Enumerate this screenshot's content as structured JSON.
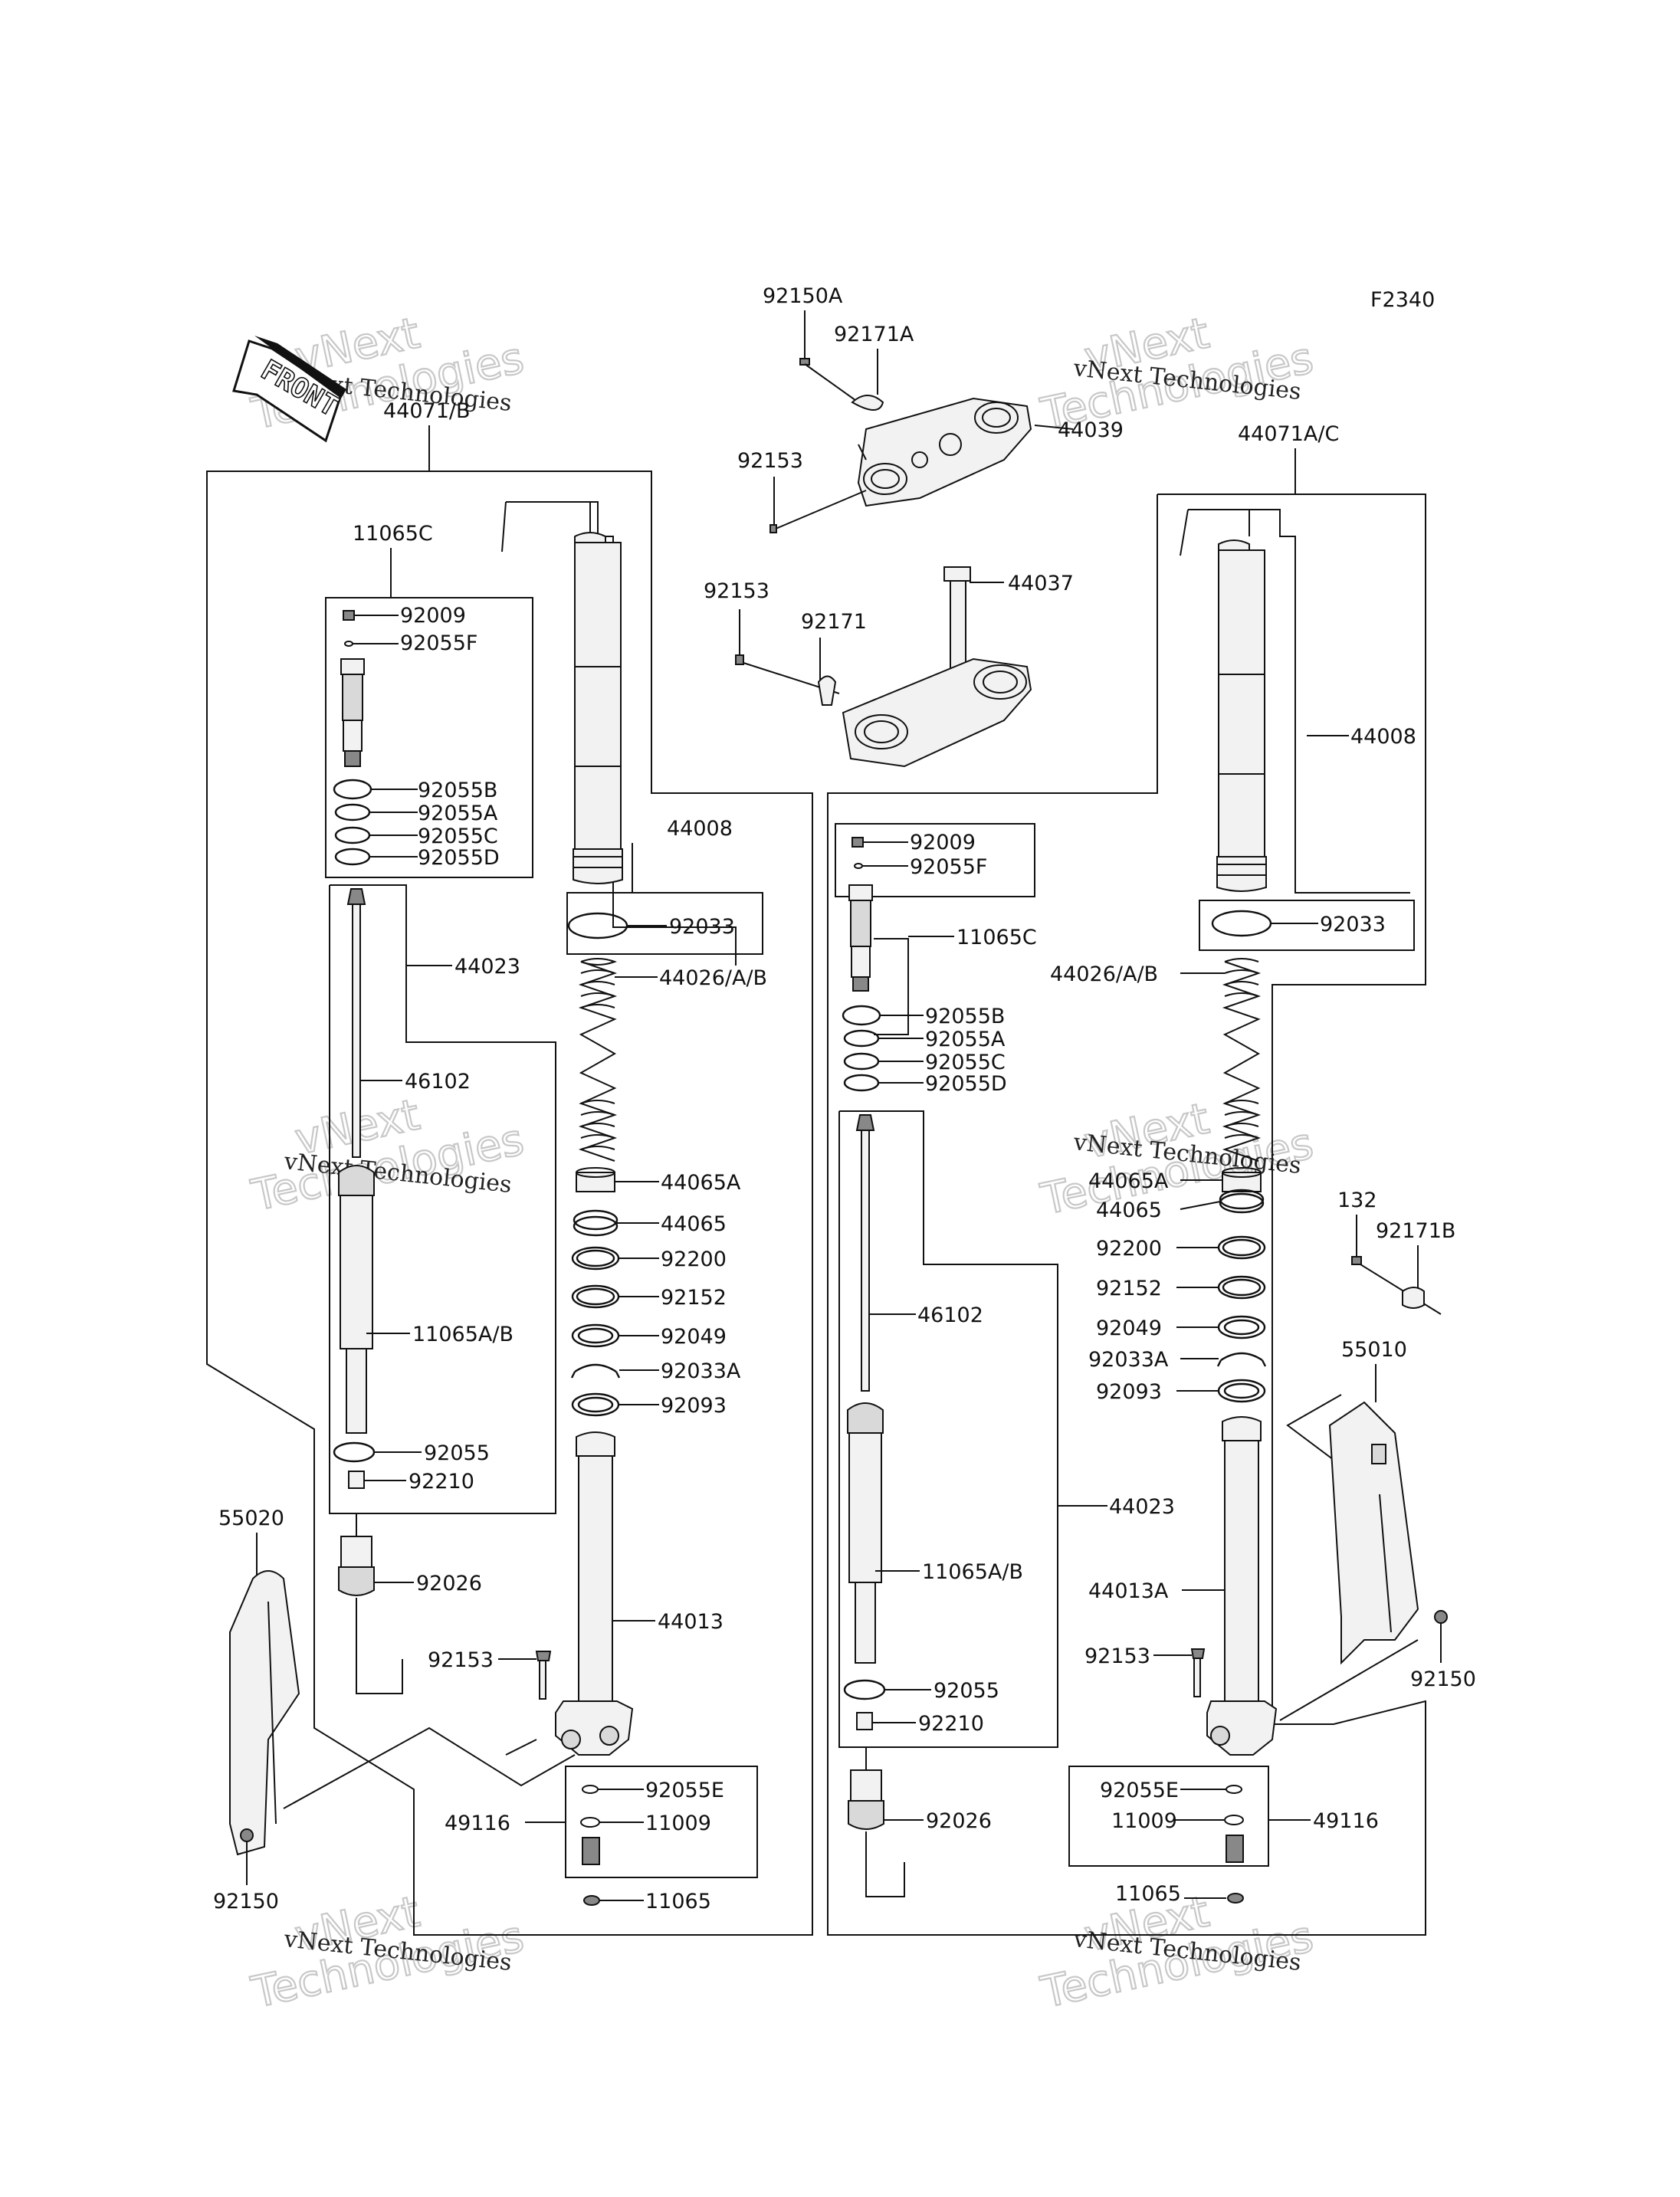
{
  "diagram": {
    "code": "F2340",
    "front_label": "FRONT",
    "watermark": {
      "line1": "vNext",
      "line2": "Technologies",
      "caption": "vNext Technologies"
    },
    "labels": {
      "p92150A": "92150A",
      "p92171A": "92171A",
      "p44039": "44039",
      "p92153_top": "92153",
      "p44037": "44037",
      "p92153_mid": "92153",
      "p92171": "92171",
      "p44071B": "44071/B",
      "p44071AC": "44071A/C",
      "L_11065C": "11065C",
      "L_92009": "92009",
      "L_92055F": "92055F",
      "L_92055B": "92055B",
      "L_92055A": "92055A",
      "L_92055C": "92055C",
      "L_92055D": "92055D",
      "L_44023": "44023",
      "L_46102": "46102",
      "L_11065AB": "11065A/B",
      "L_92055": "92055",
      "L_92210": "92210",
      "L_92026": "92026",
      "L_55020": "55020",
      "L_92153": "92153",
      "L_92150": "92150",
      "L_49116": "49116",
      "L_44008": "44008",
      "L_92033": "92033",
      "L_44026": "44026/A/B",
      "L_44065A": "44065A",
      "L_44065": "44065",
      "L_92200": "92200",
      "L_92152": "92152",
      "L_92049": "92049",
      "L_92033A": "92033A",
      "L_92093": "92093",
      "L_44013": "44013",
      "L_92055E": "92055E",
      "L_11009": "11009",
      "L_11065": "11065",
      "R_92009": "92009",
      "R_92055F": "92055F",
      "R_11065C": "11065C",
      "R_92055B": "92055B",
      "R_92055A": "92055A",
      "R_92055C": "92055C",
      "R_92055D": "92055D",
      "R_46102": "46102",
      "R_44023": "44023",
      "R_11065AB": "11065A/B",
      "R_92055": "92055",
      "R_92210": "92210",
      "R_92026": "92026",
      "R_44008": "44008",
      "R_92033": "92033",
      "R_44026": "44026/A/B",
      "R_44065A": "44065A",
      "R_44065": "44065",
      "R_92200": "92200",
      "R_92152": "92152",
      "R_92049": "92049",
      "R_92033A": "92033A",
      "R_92093": "92093",
      "R_44013A": "44013A",
      "R_92153": "92153",
      "R_92055E": "92055E",
      "R_11009": "11009",
      "R_49116": "49116",
      "R_11065": "11065",
      "R_132": "132",
      "R_92171B": "92171B",
      "R_55010": "55010",
      "R_92150": "92150"
    }
  }
}
